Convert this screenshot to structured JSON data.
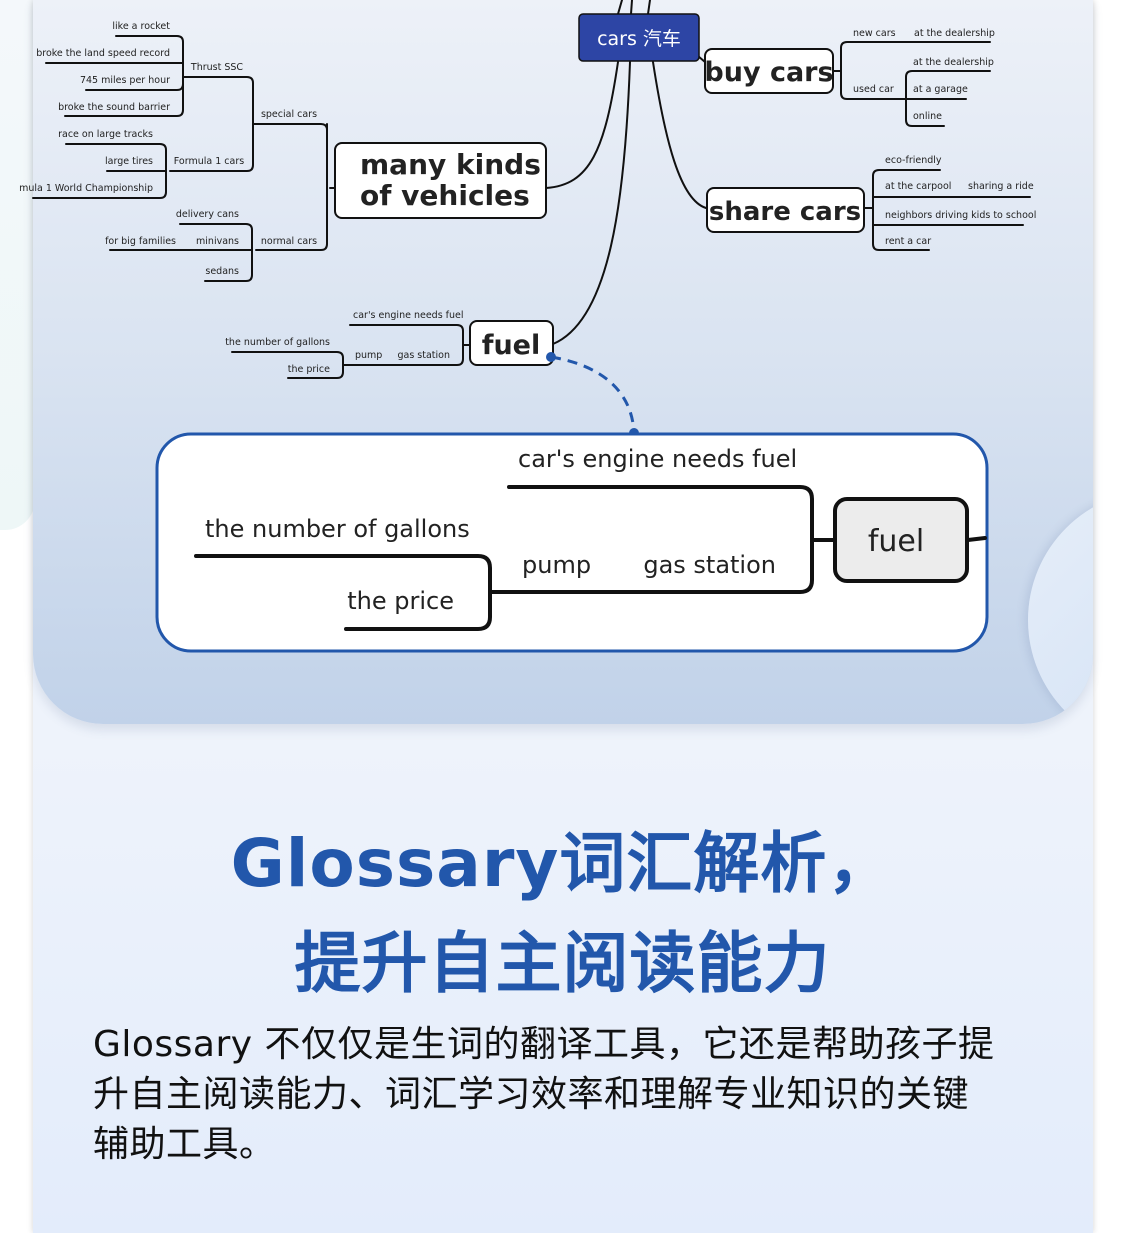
{
  "mindmap": {
    "root": "cars 汽车",
    "branches": {
      "kinds": "many kinds\nof vehicles",
      "kinds_line1": "many kinds",
      "kinds_line2": "of vehicles",
      "buy": "buy cars",
      "share": "share cars",
      "fuel": "fuel"
    },
    "special_cars": {
      "label": "special cars",
      "thrust": {
        "label": "Thrust SSC",
        "items": [
          "like a rocket",
          "broke the land speed record",
          "745 miles per hour",
          "broke the sound barrier"
        ]
      },
      "formula": {
        "label": "Formula 1 cars",
        "items": [
          "race on large tracks",
          "large tires",
          "mula 1 World Championship"
        ]
      }
    },
    "normal_cars": {
      "label": "normal cars",
      "items": [
        "delivery cans",
        "minivans",
        "sedans"
      ],
      "minivans_child": "for big families"
    },
    "buy_cars": {
      "new_cars": "new cars",
      "new_cars_child": "at the dealership",
      "used_car": "used car",
      "used_car_children": [
        "at the dealership",
        "at a garage",
        "online"
      ]
    },
    "share_cars": {
      "items": [
        "eco-friendly",
        "at the carpool",
        "neighbors driving kids to school",
        "rent a car"
      ],
      "carpool_child": "sharing a ride"
    },
    "fuel": {
      "engine": "car's engine needs fuel",
      "pump": "pump",
      "gas_station": "gas station",
      "pump_children": [
        "the number of gallons",
        "the price"
      ]
    }
  },
  "zoom_callout": {
    "engine": "car's engine needs fuel",
    "gallons": "the number of gallons",
    "pump": "pump",
    "gas_station": "gas station",
    "price": "the price",
    "fuel": "fuel"
  },
  "headline": {
    "line1": "Glossary词汇解析，",
    "line2": "提升自主阅读能力"
  },
  "description": {
    "line1": "Glossary 不仅仅是生词的翻译工具，它还是帮助孩子提",
    "line2": "升自主阅读能力、词汇学习效率和理解专业知识的关键",
    "line3": "辅助工具。"
  },
  "colors": {
    "accent": "#2257ab",
    "root_fill": "#2d45a5",
    "callout_border": "#2257ab",
    "fuel_fill": "#ececec"
  }
}
